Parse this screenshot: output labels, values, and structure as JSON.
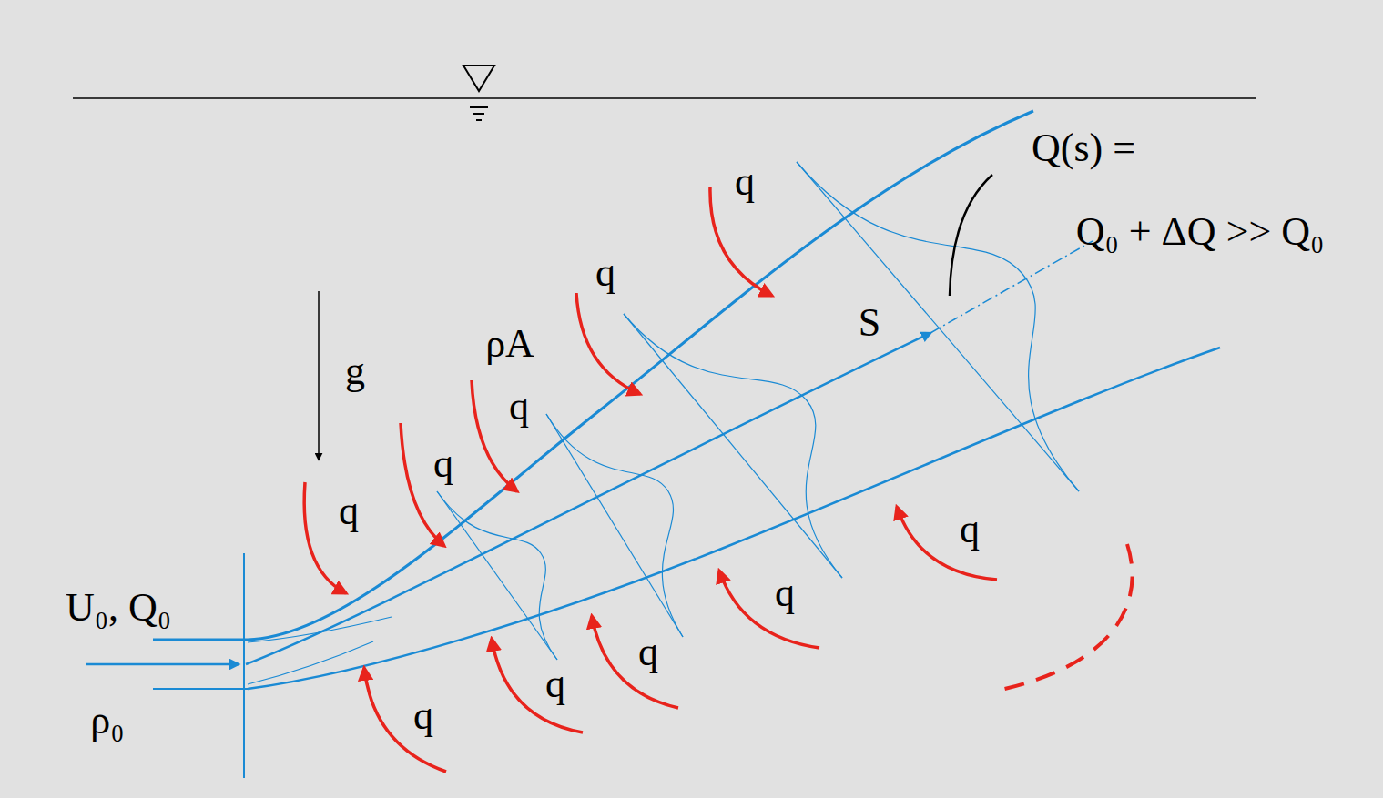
{
  "diagram": {
    "labels": [
      "Q(s) =",
      "q",
      "Q₀ + ΔQ >> Q₀",
      "q",
      "S",
      "ρA",
      "g",
      "q",
      "q",
      "q",
      "q",
      "q",
      "U₀, Q₀",
      "q",
      "q",
      "ρ₀",
      "q"
    ]
  }
}
